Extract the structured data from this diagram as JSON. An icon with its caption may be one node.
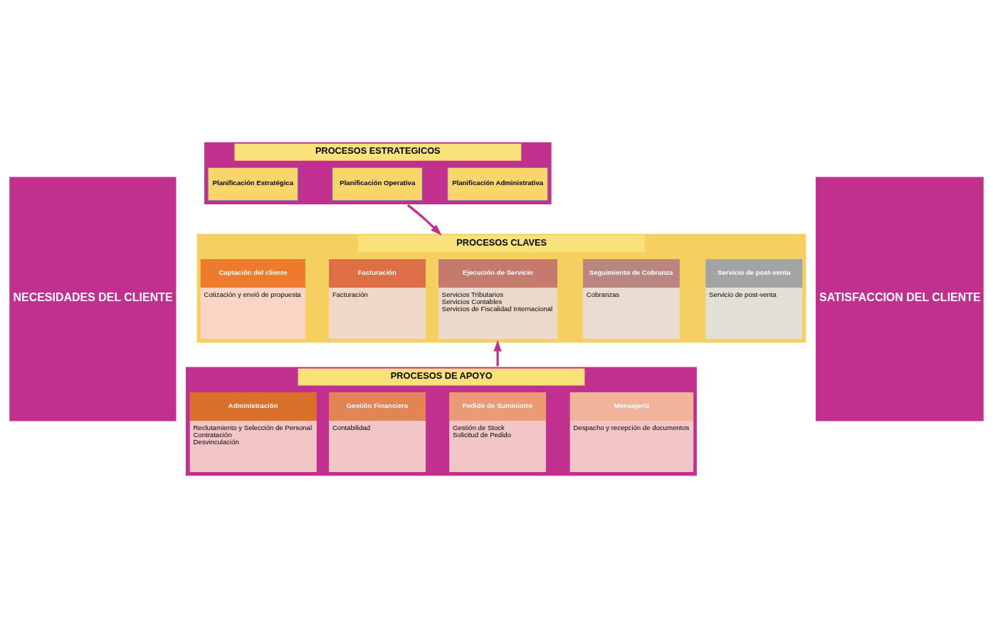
{
  "diagram": {
    "nodes": [
      {
        "text": [
          "NECESIDADES DEL CLIENTE"
        ]
      },
      {
        "text": [
          "PROCESOS ESTRATEGICOS"
        ]
      },
      {
        "text": [
          "Planificación Estratégica"
        ],
        "in": 1
      },
      {
        "text": [
          "Planificación Operativa"
        ],
        "in": 1
      },
      {
        "text": [
          "Planificación Administrativa"
        ],
        "in": 1
      },
      {
        "text": [
          "PROCESOS CLAVES"
        ]
      },
      {
        "text": [
          "Captación del cliente",
          "Cotización y envió de propuesta"
        ],
        "in": 5
      },
      {
        "text": [
          "Facturación",
          "Facturación"
        ],
        "in": 5
      },
      {
        "text": [
          "Ejecución de Servicio",
          "Servicios Tributarios",
          "Servicios Contables",
          "Servicios de Fiscalidad Internacional"
        ],
        "in": 5
      },
      {
        "text": [
          "Seguimiento de Cobranza",
          "Cobranzas"
        ],
        "in": 5
      },
      {
        "text": [
          "Servicio de post-venta",
          "Servicio de post-venta"
        ],
        "in": 5
      },
      {
        "text": [
          "SATISFACCION DEL CLIENTE"
        ]
      },
      {
        "text": [
          "PROCESOS DE APOYO"
        ]
      },
      {
        "text": [
          "Administración",
          "Reclutamiento y Selección de Personal",
          "Contratación",
          "Desvinculación"
        ],
        "in": 12
      },
      {
        "text": [
          "Gestión Financiera",
          "Contabilidad"
        ],
        "in": 12
      },
      {
        "text": [
          "Pedido de Suministro",
          "Gestión de Stock",
          "Solicitud de Pedido"
        ],
        "in": 12
      },
      {
        "text": [
          "Mensajería",
          "Despacho y recepción de documentos"
        ],
        "in": 12
      }
    ],
    "edges": [
      {
        "from": 1,
        "to": 5,
        "arrow": "to"
      },
      {
        "from": 12,
        "to": 5,
        "arrow": "to"
      }
    ]
  }
}
